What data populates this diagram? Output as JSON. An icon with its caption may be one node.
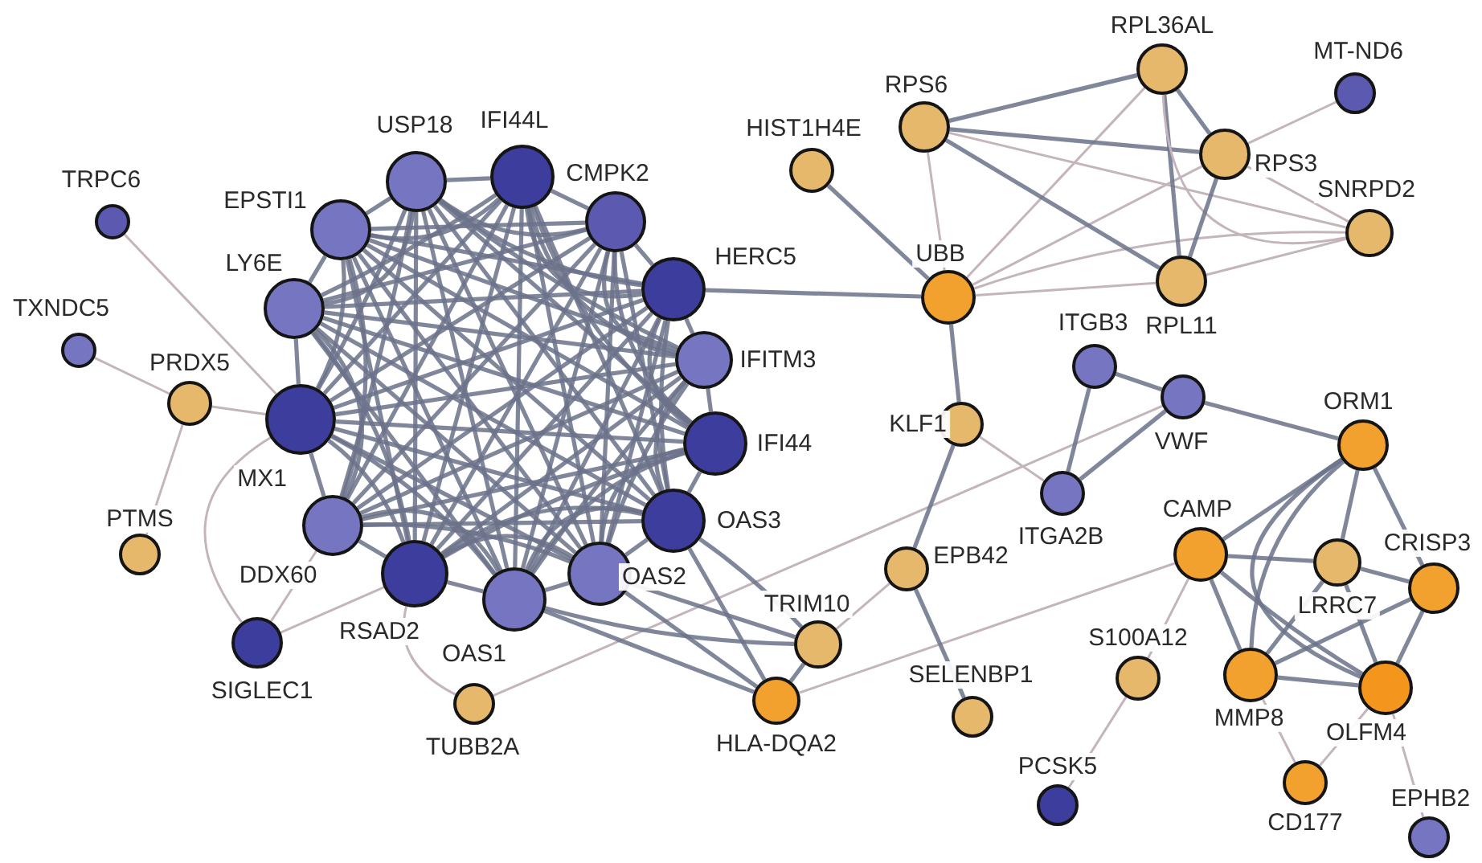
{
  "diagram": {
    "nodes": [
      {
        "text": [
          "TRPC6"
        ]
      },
      {
        "text": [
          "EPSTI1"
        ]
      },
      {
        "text": [
          "USP18"
        ]
      },
      {
        "text": [
          "IFI44L"
        ]
      },
      {
        "text": [
          "CMPK2"
        ]
      },
      {
        "text": [
          "HERC5"
        ]
      },
      {
        "text": [
          "TXNDC5"
        ]
      },
      {
        "text": [
          "LY6E"
        ]
      },
      {
        "text": [
          "PRDX5"
        ]
      },
      {
        "text": [
          "MX1"
        ]
      },
      {
        "text": [
          "IFITM3"
        ]
      },
      {
        "text": [
          "IFI44"
        ]
      },
      {
        "text": [
          "PTMS"
        ]
      },
      {
        "text": [
          "DDX60"
        ]
      },
      {
        "text": [
          "OAS3"
        ]
      },
      {
        "text": [
          "RSAD2"
        ]
      },
      {
        "text": [
          "OAS2"
        ]
      },
      {
        "text": [
          "OAS1"
        ]
      },
      {
        "text": [
          "SIGLEC1"
        ]
      },
      {
        "text": [
          "TUBB2A"
        ]
      },
      {
        "text": [
          "TRIM10"
        ]
      },
      {
        "text": [
          "HLA-DQA2"
        ]
      },
      {
        "text": [
          "HIST1H4E"
        ]
      },
      {
        "text": [
          "UBB"
        ]
      },
      {
        "text": [
          "RPS6"
        ]
      },
      {
        "text": [
          "RPL36AL"
        ]
      },
      {
        "text": [
          "MT-ND6"
        ]
      },
      {
        "text": [
          "RPS3"
        ]
      },
      {
        "text": [
          "SNRPD2"
        ]
      },
      {
        "text": [
          "RPL11"
        ]
      },
      {
        "text": [
          "KLF1"
        ]
      },
      {
        "text": [
          "ITGB3"
        ]
      },
      {
        "text": [
          "VWF"
        ]
      },
      {
        "text": [
          "ITGA2B"
        ]
      },
      {
        "text": [
          "ORM1"
        ]
      },
      {
        "text": [
          "CAMP"
        ]
      },
      {
        "text": [
          "LRRC7"
        ]
      },
      {
        "text": [
          "CRISP3"
        ]
      },
      {
        "text": [
          "EPB42"
        ]
      },
      {
        "text": [
          "S100A12"
        ]
      },
      {
        "text": [
          "MMP8"
        ]
      },
      {
        "text": [
          "OLFM4"
        ]
      },
      {
        "text": [
          "SELENBP1"
        ]
      },
      {
        "text": [
          "PCSK5"
        ]
      },
      {
        "text": [
          "CD177"
        ]
      },
      {
        "text": [
          "EPHB2"
        ]
      }
    ],
    "edges": [
      {
        "from": 1,
        "to": 2,
        "arrow": "none"
      },
      {
        "from": 1,
        "to": 3,
        "arrow": "none"
      },
      {
        "from": 1,
        "to": 4,
        "arrow": "none"
      },
      {
        "from": 1,
        "to": 5,
        "arrow": "none"
      },
      {
        "from": 1,
        "to": 7,
        "arrow": "none"
      },
      {
        "from": 1,
        "to": 9,
        "arrow": "none"
      },
      {
        "from": 1,
        "to": 10,
        "arrow": "none"
      },
      {
        "from": 1,
        "to": 11,
        "arrow": "none"
      },
      {
        "from": 1,
        "to": 13,
        "arrow": "none"
      },
      {
        "from": 1,
        "to": 14,
        "arrow": "none"
      },
      {
        "from": 1,
        "to": 15,
        "arrow": "none"
      },
      {
        "from": 1,
        "to": 16,
        "arrow": "none"
      },
      {
        "from": 1,
        "to": 17,
        "arrow": "none"
      },
      {
        "from": 2,
        "to": 3,
        "arrow": "none"
      },
      {
        "from": 2,
        "to": 4,
        "arrow": "none"
      },
      {
        "from": 2,
        "to": 5,
        "arrow": "none"
      },
      {
        "from": 2,
        "to": 7,
        "arrow": "none"
      },
      {
        "from": 2,
        "to": 9,
        "arrow": "none"
      },
      {
        "from": 2,
        "to": 10,
        "arrow": "none"
      },
      {
        "from": 2,
        "to": 11,
        "arrow": "none"
      },
      {
        "from": 2,
        "to": 13,
        "arrow": "none"
      },
      {
        "from": 2,
        "to": 14,
        "arrow": "none"
      },
      {
        "from": 2,
        "to": 15,
        "arrow": "none"
      },
      {
        "from": 2,
        "to": 16,
        "arrow": "none"
      },
      {
        "from": 2,
        "to": 17,
        "arrow": "none"
      },
      {
        "from": 3,
        "to": 4,
        "arrow": "none"
      },
      {
        "from": 3,
        "to": 5,
        "arrow": "none"
      },
      {
        "from": 3,
        "to": 7,
        "arrow": "none"
      },
      {
        "from": 3,
        "to": 9,
        "arrow": "none"
      },
      {
        "from": 3,
        "to": 10,
        "arrow": "none"
      },
      {
        "from": 3,
        "to": 11,
        "arrow": "none"
      },
      {
        "from": 3,
        "to": 13,
        "arrow": "none"
      },
      {
        "from": 3,
        "to": 14,
        "arrow": "none"
      },
      {
        "from": 3,
        "to": 15,
        "arrow": "none"
      },
      {
        "from": 3,
        "to": 16,
        "arrow": "none"
      },
      {
        "from": 3,
        "to": 17,
        "arrow": "none"
      },
      {
        "from": 4,
        "to": 5,
        "arrow": "none"
      },
      {
        "from": 4,
        "to": 7,
        "arrow": "none"
      },
      {
        "from": 4,
        "to": 9,
        "arrow": "none"
      },
      {
        "from": 4,
        "to": 10,
        "arrow": "none"
      },
      {
        "from": 4,
        "to": 11,
        "arrow": "none"
      },
      {
        "from": 4,
        "to": 13,
        "arrow": "none"
      },
      {
        "from": 4,
        "to": 14,
        "arrow": "none"
      },
      {
        "from": 4,
        "to": 15,
        "arrow": "none"
      },
      {
        "from": 4,
        "to": 16,
        "arrow": "none"
      },
      {
        "from": 4,
        "to": 17,
        "arrow": "none"
      },
      {
        "from": 5,
        "to": 7,
        "arrow": "none"
      },
      {
        "from": 5,
        "to": 9,
        "arrow": "none"
      },
      {
        "from": 5,
        "to": 10,
        "arrow": "none"
      },
      {
        "from": 5,
        "to": 11,
        "arrow": "none"
      },
      {
        "from": 5,
        "to": 13,
        "arrow": "none"
      },
      {
        "from": 5,
        "to": 14,
        "arrow": "none"
      },
      {
        "from": 5,
        "to": 15,
        "arrow": "none"
      },
      {
        "from": 5,
        "to": 16,
        "arrow": "none"
      },
      {
        "from": 5,
        "to": 17,
        "arrow": "none"
      },
      {
        "from": 7,
        "to": 9,
        "arrow": "none"
      },
      {
        "from": 7,
        "to": 10,
        "arrow": "none"
      },
      {
        "from": 7,
        "to": 11,
        "arrow": "none"
      },
      {
        "from": 7,
        "to": 13,
        "arrow": "none"
      },
      {
        "from": 7,
        "to": 14,
        "arrow": "none"
      },
      {
        "from": 7,
        "to": 15,
        "arrow": "none"
      },
      {
        "from": 7,
        "to": 16,
        "arrow": "none"
      },
      {
        "from": 7,
        "to": 17,
        "arrow": "none"
      },
      {
        "from": 9,
        "to": 10,
        "arrow": "none"
      },
      {
        "from": 9,
        "to": 11,
        "arrow": "none"
      },
      {
        "from": 9,
        "to": 13,
        "arrow": "none"
      },
      {
        "from": 9,
        "to": 14,
        "arrow": "none"
      },
      {
        "from": 9,
        "to": 15,
        "arrow": "none"
      },
      {
        "from": 9,
        "to": 16,
        "arrow": "none"
      },
      {
        "from": 9,
        "to": 17,
        "arrow": "none"
      },
      {
        "from": 10,
        "to": 11,
        "arrow": "none"
      },
      {
        "from": 10,
        "to": 13,
        "arrow": "none"
      },
      {
        "from": 10,
        "to": 14,
        "arrow": "none"
      },
      {
        "from": 10,
        "to": 15,
        "arrow": "none"
      },
      {
        "from": 10,
        "to": 16,
        "arrow": "none"
      },
      {
        "from": 10,
        "to": 17,
        "arrow": "none"
      },
      {
        "from": 11,
        "to": 13,
        "arrow": "none"
      },
      {
        "from": 11,
        "to": 14,
        "arrow": "none"
      },
      {
        "from": 11,
        "to": 15,
        "arrow": "none"
      },
      {
        "from": 11,
        "to": 16,
        "arrow": "none"
      },
      {
        "from": 11,
        "to": 17,
        "arrow": "none"
      },
      {
        "from": 13,
        "to": 14,
        "arrow": "none"
      },
      {
        "from": 13,
        "to": 15,
        "arrow": "none"
      },
      {
        "from": 13,
        "to": 16,
        "arrow": "none"
      },
      {
        "from": 13,
        "to": 17,
        "arrow": "none"
      },
      {
        "from": 14,
        "to": 15,
        "arrow": "none"
      },
      {
        "from": 14,
        "to": 16,
        "arrow": "none"
      },
      {
        "from": 14,
        "to": 17,
        "arrow": "none"
      },
      {
        "from": 15,
        "to": 16,
        "arrow": "none"
      },
      {
        "from": 15,
        "to": 17,
        "arrow": "none"
      },
      {
        "from": 16,
        "to": 17,
        "arrow": "none"
      },
      {
        "from": 0,
        "to": 9,
        "arrow": "none",
        "color": "#c4b4bc"
      },
      {
        "from": 6,
        "to": 8,
        "arrow": "none",
        "color": "#c4b4bc"
      },
      {
        "from": 8,
        "to": 9,
        "arrow": "none",
        "color": "#c4b4bc"
      },
      {
        "from": 8,
        "to": 12,
        "arrow": "none",
        "color": "#c4b4bc"
      },
      {
        "from": 18,
        "to": 9,
        "arrow": "none",
        "color": "#c4b4bc"
      },
      {
        "from": 18,
        "to": 13,
        "arrow": "none",
        "color": "#c4b4bc"
      },
      {
        "from": 18,
        "to": 15,
        "arrow": "none",
        "color": "#c4b4bc"
      },
      {
        "from": 15,
        "to": 19,
        "arrow": "none",
        "color": "#c4b4bc"
      },
      {
        "from": 19,
        "to": 32,
        "arrow": "none",
        "color": "#c4b4bc"
      },
      {
        "from": 17,
        "to": 20,
        "arrow": "none"
      },
      {
        "from": 17,
        "to": 21,
        "arrow": "none"
      },
      {
        "from": 16,
        "to": 20,
        "arrow": "none"
      },
      {
        "from": 16,
        "to": 21,
        "arrow": "none"
      },
      {
        "from": 14,
        "to": 20,
        "arrow": "none"
      },
      {
        "from": 14,
        "to": 21,
        "arrow": "none"
      },
      {
        "from": 20,
        "to": 21,
        "arrow": "none"
      },
      {
        "from": 20,
        "to": 38,
        "arrow": "none",
        "color": "#c4b4bc"
      },
      {
        "from": 21,
        "to": 35,
        "arrow": "none",
        "color": "#c4b4bc"
      },
      {
        "from": 38,
        "to": 30,
        "arrow": "none"
      },
      {
        "from": 38,
        "to": 42,
        "arrow": "none"
      },
      {
        "from": 30,
        "to": 23,
        "arrow": "none"
      },
      {
        "from": 30,
        "to": 33,
        "arrow": "none",
        "color": "#c4b4bc"
      },
      {
        "from": 5,
        "to": 23,
        "arrow": "none"
      },
      {
        "from": 22,
        "to": 23,
        "arrow": "none"
      },
      {
        "from": 23,
        "to": 24,
        "arrow": "none",
        "color": "#c4b4bc"
      },
      {
        "from": 23,
        "to": 25,
        "arrow": "none",
        "color": "#c4b4bc"
      },
      {
        "from": 23,
        "to": 27,
        "arrow": "none",
        "color": "#c4b4bc"
      },
      {
        "from": 23,
        "to": 28,
        "arrow": "none",
        "color": "#c4b4bc"
      },
      {
        "from": 23,
        "to": 29,
        "arrow": "none",
        "color": "#c4b4bc"
      },
      {
        "from": 24,
        "to": 25,
        "arrow": "none"
      },
      {
        "from": 24,
        "to": 27,
        "arrow": "none"
      },
      {
        "from": 24,
        "to": 29,
        "arrow": "none"
      },
      {
        "from": 24,
        "to": 28,
        "arrow": "none",
        "color": "#c4b4bc"
      },
      {
        "from": 25,
        "to": 27,
        "arrow": "none"
      },
      {
        "from": 25,
        "to": 29,
        "arrow": "none"
      },
      {
        "from": 25,
        "to": 28,
        "arrow": "none",
        "color": "#c4b4bc"
      },
      {
        "from": 27,
        "to": 29,
        "arrow": "none"
      },
      {
        "from": 27,
        "to": 28,
        "arrow": "none",
        "color": "#c4b4bc"
      },
      {
        "from": 27,
        "to": 26,
        "arrow": "none",
        "color": "#c4b4bc"
      },
      {
        "from": 29,
        "to": 28,
        "arrow": "none",
        "color": "#c4b4bc"
      },
      {
        "from": 31,
        "to": 32,
        "arrow": "none"
      },
      {
        "from": 31,
        "to": 33,
        "arrow": "none"
      },
      {
        "from": 32,
        "to": 33,
        "arrow": "none"
      },
      {
        "from": 32,
        "to": 34,
        "arrow": "none"
      },
      {
        "from": 34,
        "to": 35,
        "arrow": "none"
      },
      {
        "from": 34,
        "to": 36,
        "arrow": "none"
      },
      {
        "from": 34,
        "to": 37,
        "arrow": "none"
      },
      {
        "from": 34,
        "to": 40,
        "arrow": "none"
      },
      {
        "from": 34,
        "to": 41,
        "arrow": "none"
      },
      {
        "from": 35,
        "to": 36,
        "arrow": "none"
      },
      {
        "from": 35,
        "to": 40,
        "arrow": "none"
      },
      {
        "from": 35,
        "to": 41,
        "arrow": "none"
      },
      {
        "from": 35,
        "to": 39,
        "arrow": "none",
        "color": "#c4b4bc"
      },
      {
        "from": 36,
        "to": 37,
        "arrow": "none"
      },
      {
        "from": 36,
        "to": 40,
        "arrow": "none"
      },
      {
        "from": 36,
        "to": 41,
        "arrow": "none"
      },
      {
        "from": 37,
        "to": 40,
        "arrow": "none"
      },
      {
        "from": 37,
        "to": 41,
        "arrow": "none"
      },
      {
        "from": 40,
        "to": 41,
        "arrow": "none"
      },
      {
        "from": 40,
        "to": 44,
        "arrow": "none",
        "color": "#c4b4bc"
      },
      {
        "from": 41,
        "to": 44,
        "arrow": "none",
        "color": "#c4b4bc"
      },
      {
        "from": 41,
        "to": 45,
        "arrow": "none",
        "color": "#c4b4bc"
      },
      {
        "from": 39,
        "to": 43,
        "arrow": "none",
        "color": "#c4b4bc"
      }
    ]
  }
}
